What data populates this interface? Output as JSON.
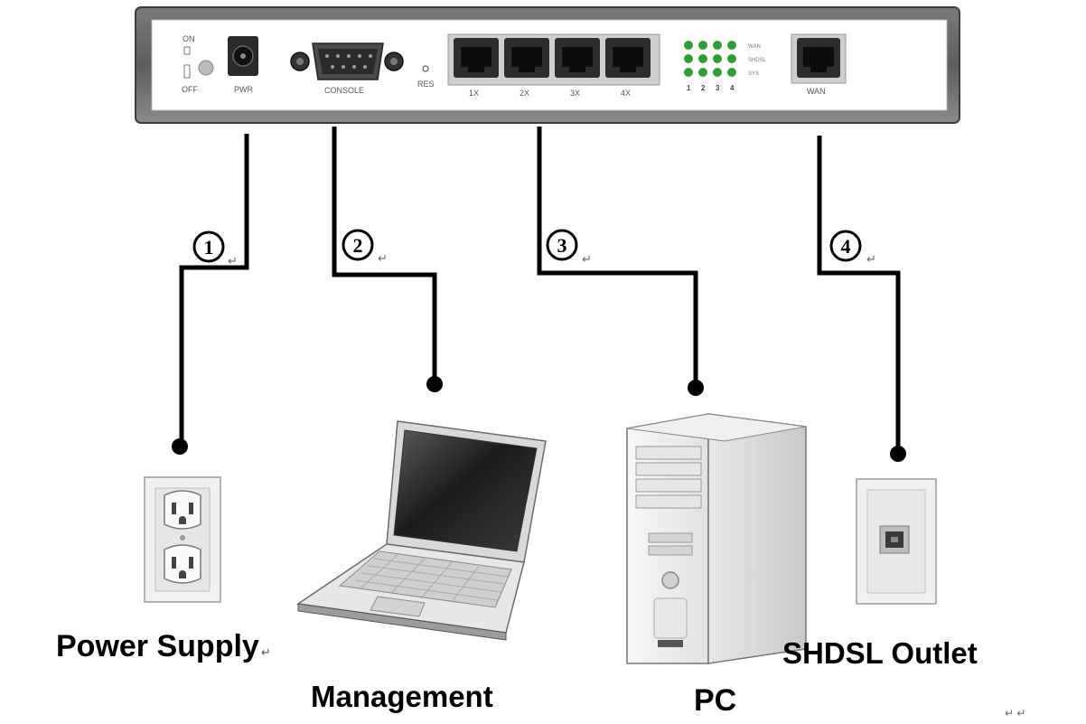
{
  "router": {
    "switch_on_label": "ON",
    "switch_off_label": "OFF",
    "pwr_label": "PWR",
    "console_label": "CONSOLE",
    "reset_label": "RES",
    "lan_ports": [
      "1X",
      "2X",
      "3X",
      "4X"
    ],
    "led_row_labels": [
      "WAN",
      "SHDSL",
      "SYS"
    ],
    "led_column_labels": [
      "1",
      "2",
      "3",
      "4"
    ],
    "wan_label": "WAN",
    "led_color": "#2e9e35"
  },
  "steps": [
    {
      "number": "1"
    },
    {
      "number": "2"
    },
    {
      "number": "3"
    },
    {
      "number": "4"
    }
  ],
  "devices": {
    "power_supply": "Power Supply",
    "management": "Management",
    "pc": "PC",
    "shdsl_outlet": "SHDSL Outlet"
  },
  "return_mark": "↵",
  "stray_marks": "↵ ↵"
}
